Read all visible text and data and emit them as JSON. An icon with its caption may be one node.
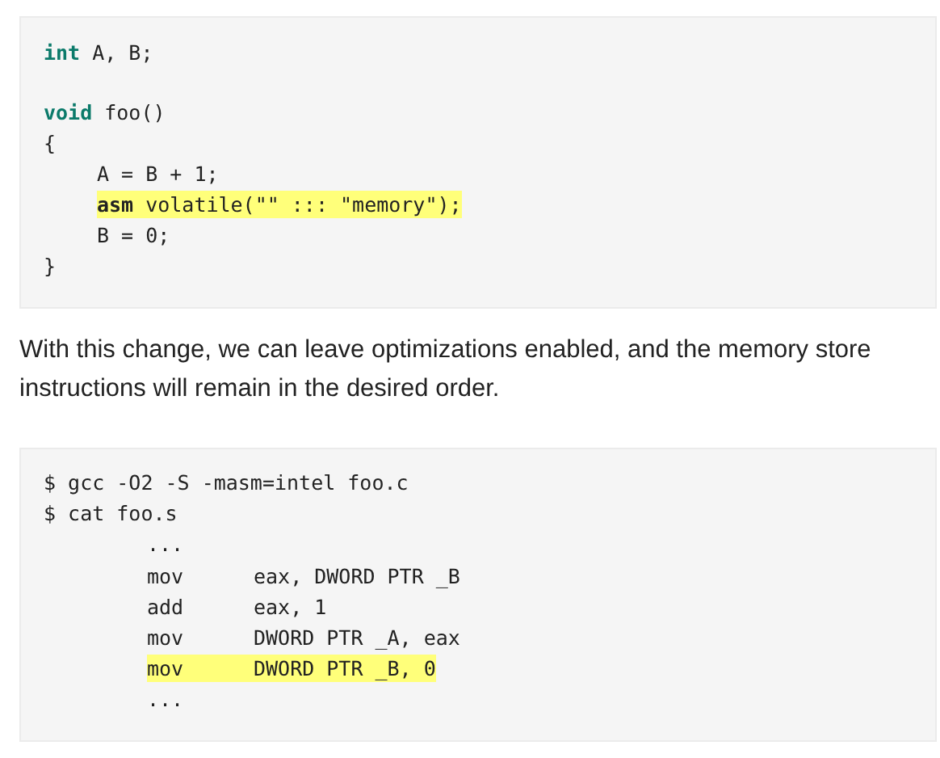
{
  "diagram": {
    "labels": [
      "int A, B;",
      "void foo()",
      "{",
      "A = B + 1;",
      "**asm** volatile(\"\" ::: \"memory\");",
      "B = 0;",
      "}",
      "With this change, we can leave optimizations enabled, and the memory store instructions will remain in the desired order.",
      "$ gcc -O2 -S -masm=intel foo.c",
      "$ cat foo.s",
      "...",
      "mov",
      "eax, DWORD PTR _B",
      "add",
      "eax, 1",
      "mov",
      "DWORD PTR _A, eax",
      "mov",
      "DWORD PTR _B, 0",
      "..."
    ]
  }
}
